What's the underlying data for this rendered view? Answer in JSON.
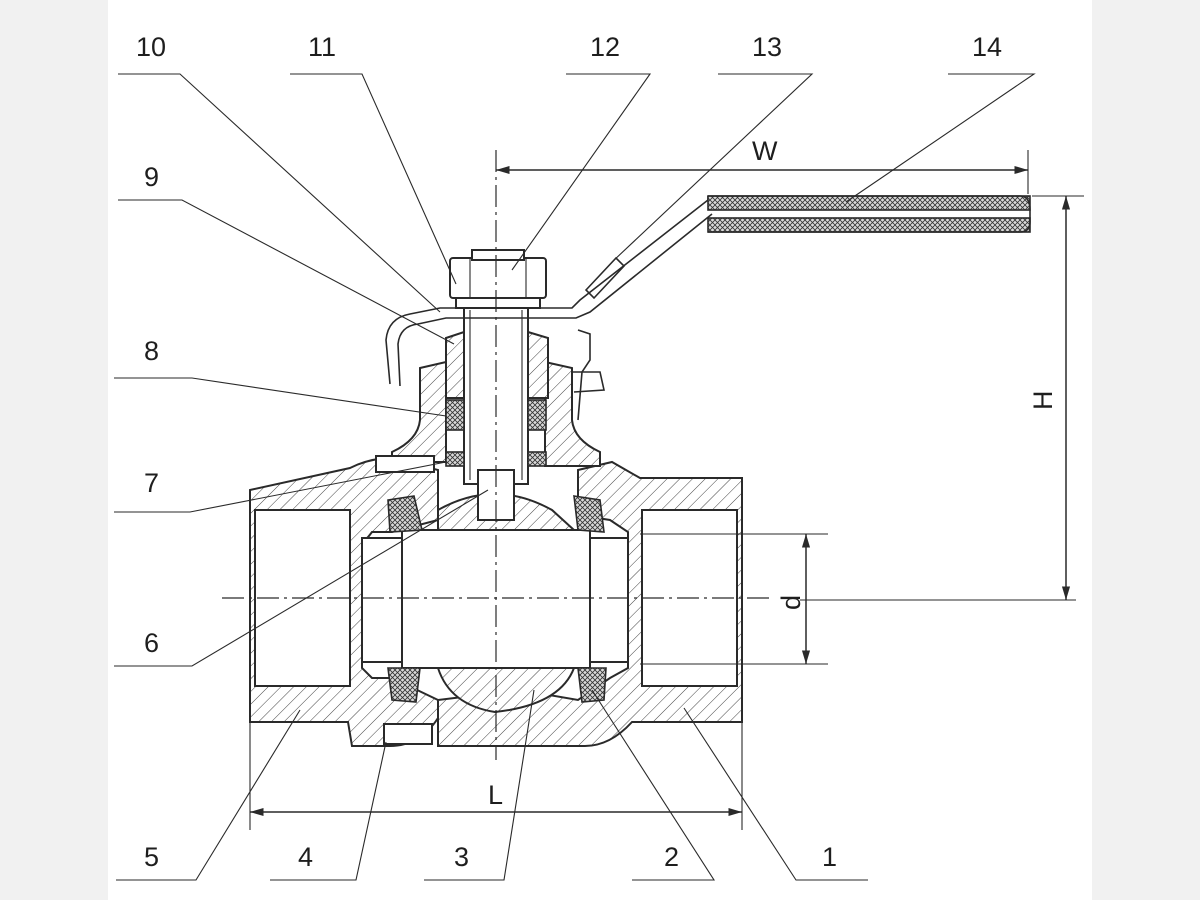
{
  "diagram": {
    "part_numbers": [
      "1",
      "2",
      "3",
      "4",
      "5",
      "6",
      "7",
      "8",
      "9",
      "10",
      "11",
      "12",
      "13",
      "14"
    ],
    "dimensions": {
      "length": "L",
      "width": "W",
      "height": "H",
      "diameter": "d"
    }
  },
  "colors": {
    "line": "#2a2a2a",
    "sheet": "#ffffff",
    "margin": "#f1f1f1"
  }
}
